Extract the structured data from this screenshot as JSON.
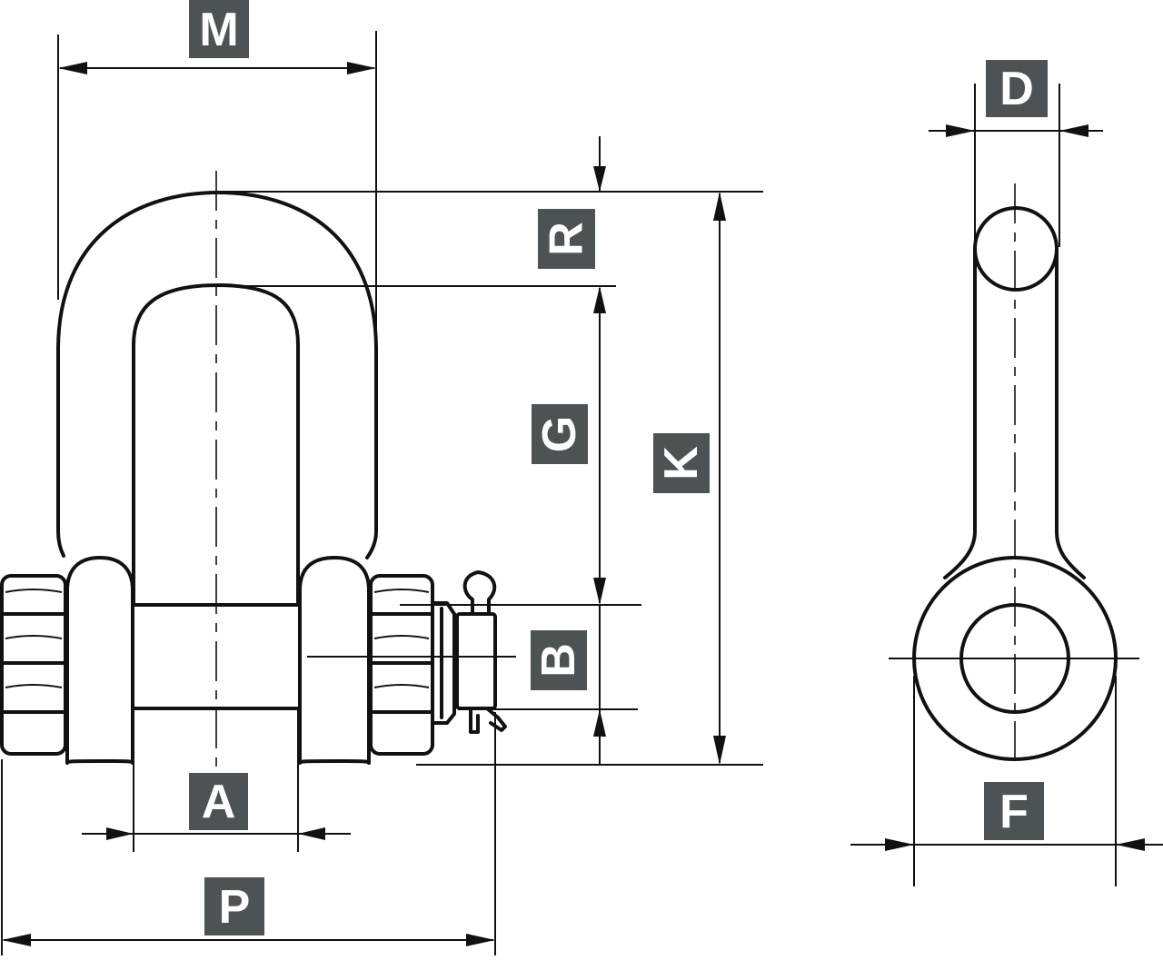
{
  "diagram": {
    "labels": {
      "M": "M",
      "D": "D",
      "R": "R",
      "G": "G",
      "K": "K",
      "B": "B",
      "A": "A",
      "P": "P",
      "F": "F"
    },
    "colors": {
      "line": "#111111",
      "label_background": "#4d5254",
      "label_text": "#ffffff",
      "background": "#ffffff"
    }
  }
}
